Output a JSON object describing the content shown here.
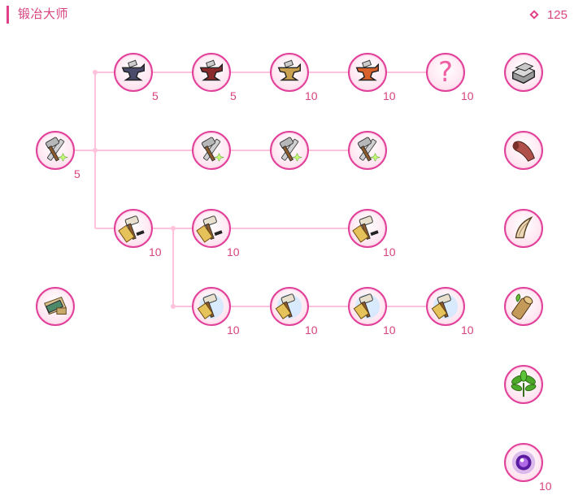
{
  "header": {
    "title": "锻冶大师",
    "points": "125"
  },
  "colors": {
    "accent": "#d8427f",
    "node_border": "#e0409a",
    "connector": "#ffc2dc"
  },
  "skills": [
    {
      "id": "r1c1",
      "icon": "anvil-dark-icon",
      "level": "5"
    },
    {
      "id": "r1c2",
      "icon": "anvil-red-icon",
      "level": "5"
    },
    {
      "id": "r1c3",
      "icon": "anvil-gold-icon",
      "level": "10"
    },
    {
      "id": "r1c4",
      "icon": "anvil-fire-icon",
      "level": "10"
    },
    {
      "id": "r1c5",
      "icon": "unknown-question-icon",
      "level": "10",
      "label": "?"
    },
    {
      "id": "root",
      "icon": "hammer-sword-icon",
      "level": "5"
    },
    {
      "id": "r2c2",
      "icon": "hammer-sword-icon",
      "level": ""
    },
    {
      "id": "r2c3",
      "icon": "hammer-sword-icon",
      "level": ""
    },
    {
      "id": "r2c4",
      "icon": "hammer-sword-icon",
      "level": ""
    },
    {
      "id": "r3c1",
      "icon": "hammer-gold-icon",
      "level": "10"
    },
    {
      "id": "r3c2",
      "icon": "hammer-gold-icon",
      "level": "10"
    },
    {
      "id": "r3c4",
      "icon": "hammer-gold-icon",
      "level": "10"
    },
    {
      "id": "r4c2",
      "icon": "hammer-blue-icon",
      "level": "10"
    },
    {
      "id": "r4c3",
      "icon": "hammer-blue-icon",
      "level": "10"
    },
    {
      "id": "r4c4",
      "icon": "hammer-blue-icon",
      "level": "10"
    },
    {
      "id": "r4c5",
      "icon": "hammer-blue-icon",
      "level": "10"
    },
    {
      "id": "side",
      "icon": "scroll-book-icon",
      "level": ""
    }
  ],
  "materials": [
    {
      "icon": "iron-ingot-icon",
      "level": ""
    },
    {
      "icon": "leather-hide-icon",
      "level": ""
    },
    {
      "icon": "claw-fang-icon",
      "level": ""
    },
    {
      "icon": "wood-log-icon",
      "level": ""
    },
    {
      "icon": "green-herb-icon",
      "level": ""
    },
    {
      "icon": "purple-orb-icon",
      "level": "10"
    }
  ]
}
